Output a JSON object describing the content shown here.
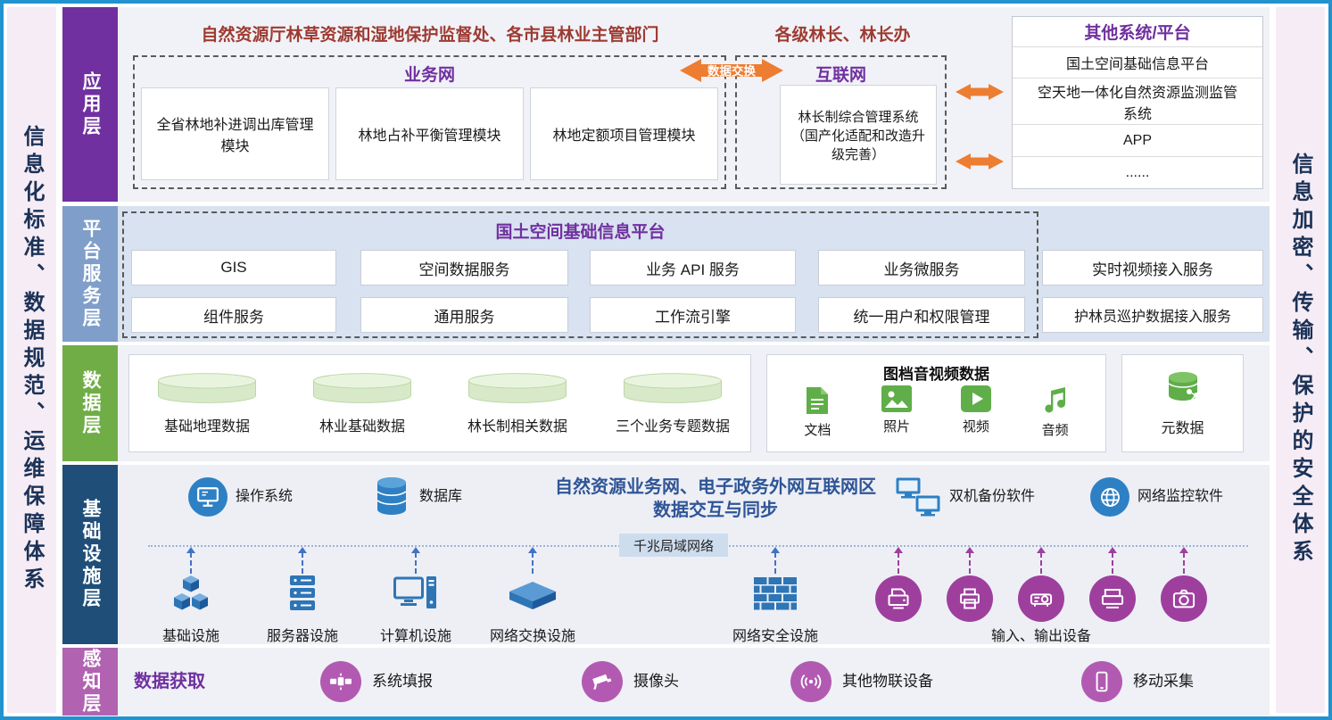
{
  "frame": {
    "left_sidebar": "信息化标准、数据规范、运维保障体系",
    "right_sidebar": "信息加密、传输、保护的安全体系"
  },
  "colors": {
    "border_blue": "#2293ce",
    "accent_orange": "#ed7d31",
    "title_purple": "#7030a0",
    "header_dark_red": "#9d3b32",
    "layer_app": "#7030a0",
    "layer_platform": "#7f9ec9",
    "layer_data": "#70ad47",
    "layer_infra": "#1f4e79",
    "layer_sense": "#b162b1",
    "icon_blue": "#2e80c4",
    "icon_purple": "#9e3f9e",
    "icon_green": "#5fae49"
  },
  "icons": [
    "data-exchange-arrow",
    "double-arrow-icon",
    "database-cylinder-icon",
    "document-icon",
    "photo-icon",
    "video-icon",
    "audio-icon",
    "metadata-icon",
    "os-icon",
    "database-icon",
    "dual-backup-icon",
    "globe-icon",
    "cubes-icon",
    "server-icon",
    "computer-icon",
    "switch-icon",
    "firewall-icon",
    "scanner-icon",
    "printer-icon",
    "projector-icon",
    "printer2-icon",
    "camera-icon",
    "satellite-icon",
    "cctv-icon",
    "iot-icon",
    "phone-icon"
  ],
  "app_layer": {
    "label": "应用层",
    "header_left": "自然资源厅林草资源和湿地保护监督处、各市县林业主管部门",
    "header_right": "各级林长、林长办",
    "business_net_title": "业务网",
    "modules": [
      "全省林地补进调出库管理模块",
      "林地占补平衡管理模块",
      "林地定额项目管理模块"
    ],
    "exchange_label": "数据交换",
    "internet_title": "互联网",
    "internet_module": "林长制综合管理系统（国产化适配和改造升级完善）",
    "other_title": "其他系统/平台",
    "other_items": [
      "国土空间基础信息平台",
      "空天地一体化自然资源监测监管系统",
      "APP",
      "......"
    ]
  },
  "platform_layer": {
    "label": "平台服务层",
    "title": "国土空间基础信息平台",
    "row1": [
      "GIS",
      "空间数据服务",
      "业务 API 服务",
      "业务微服务"
    ],
    "row2": [
      "组件服务",
      "通用服务",
      "工作流引擎",
      "统一用户和权限管理"
    ],
    "outside_row1": "实时视频接入服务",
    "outside_row2": "护林员巡护数据接入服务"
  },
  "data_layer": {
    "label": "数据层",
    "databases": [
      "基础地理数据",
      "林业基础数据",
      "林长制相关数据",
      "三个业务专题数据"
    ],
    "media_title": "图档音视频数据",
    "media_items": [
      "文档",
      "照片",
      "视频",
      "音频"
    ],
    "metadata_label": "元数据"
  },
  "infra_layer": {
    "label": "基础设施层",
    "os_label": "操作系统",
    "db_label": "数据库",
    "center_line1": "自然资源业务网、电子政务外网互联网区",
    "center_line2": "数据交互与同步",
    "lan_label": "千兆局域网络",
    "backup_label": "双机备份软件",
    "monitor_label": "网络监控软件",
    "facilities": [
      "基础设施",
      "服务器设施",
      "计算机设施",
      "网络交换设施",
      "网络安全设施"
    ],
    "io_label": "输入、输出设备"
  },
  "sense_layer": {
    "label": "感知层",
    "title": "数据获取",
    "items": [
      "系统填报",
      "摄像头",
      "其他物联设备",
      "移动采集"
    ]
  }
}
